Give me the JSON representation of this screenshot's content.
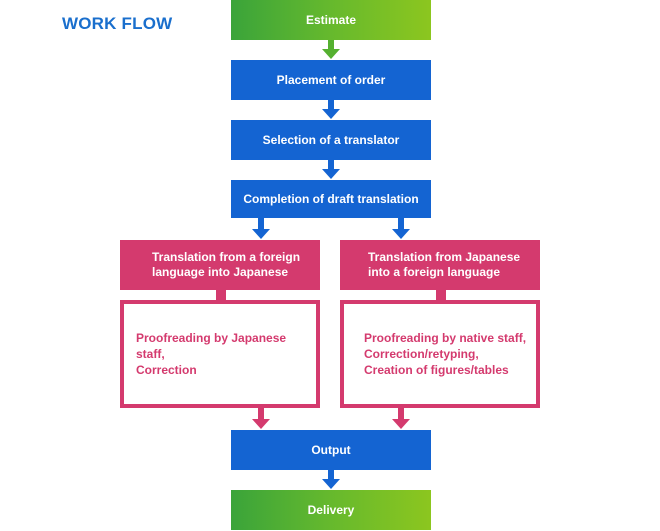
{
  "title": "WORK FLOW",
  "steps": {
    "estimate": "Estimate",
    "placement": "Placement of order",
    "selection": "Selection of a translator",
    "completion": "Completion of draft translation",
    "output": "Output",
    "delivery": "Delivery"
  },
  "branches": {
    "left": {
      "header_line1": "Translation from a foreign",
      "header_line2": "language into Japanese",
      "body_line1": "Proofreading by Japanese staff,",
      "body_line2": "Correction"
    },
    "right": {
      "header_line1": "Translation from Japanese",
      "header_line2": "into a foreign language",
      "body_line1": "Proofreading by native staff,",
      "body_line2": "Correction/retyping,",
      "body_line3": "Creation of figures/tables"
    }
  },
  "colors": {
    "title": "#1a6fcd",
    "blue": "#1464d2",
    "pink": "#d43a6e",
    "green_start": "#3aa43a",
    "green_end": "#8cc61f"
  }
}
